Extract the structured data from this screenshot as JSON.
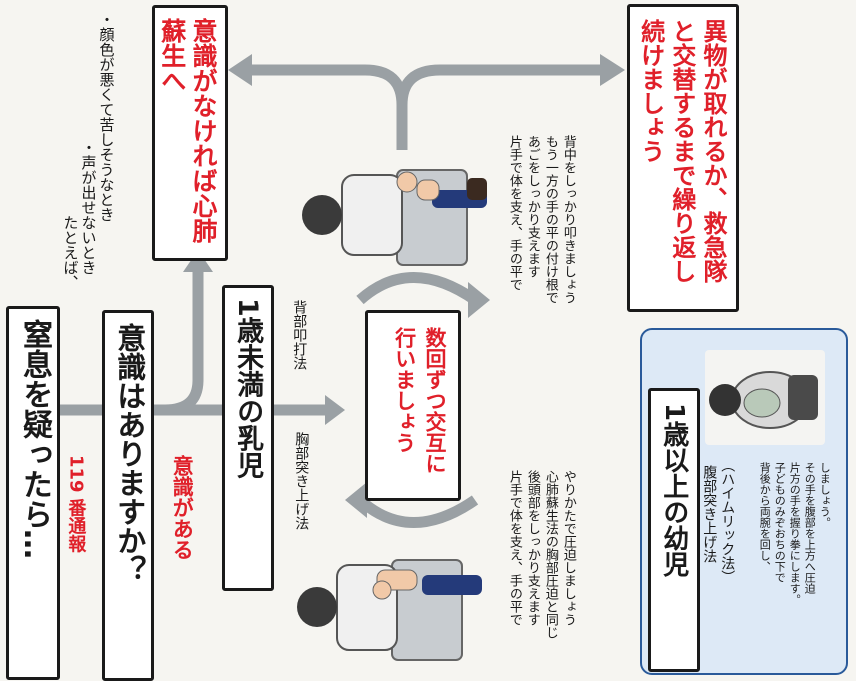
{
  "start": {
    "title": "窒息を疑ったら…",
    "call": "119 番通報"
  },
  "examples": {
    "intro": "たとえば、",
    "item1": "・声が出せないとき",
    "item2": "・顔色が悪くて苦しそうなとき"
  },
  "question": {
    "text": "意識はありますか？"
  },
  "conscious": {
    "label": "意識がある"
  },
  "unconscious": {
    "text": "意識がなければ心肺蘇生へ"
  },
  "infant": {
    "title": "1歳未満の乳児"
  },
  "chest_thrust": {
    "name": "胸部突き上げ法",
    "desc1": "片手で体を支え、手の平で",
    "desc2": "後頭部をしっかり支えます",
    "desc3": "心肺蘇生法の胸部圧迫と同じ",
    "desc4": "やりかたで圧迫しましょう"
  },
  "back_blow": {
    "name": "背部叩打法",
    "desc1": "片手で体を支え、手の平で",
    "desc2": "あごをしっかり支えます",
    "desc3": "もう一方の手の平の付け根で",
    "desc4": "背中をしっかり叩きましょう"
  },
  "alternate": {
    "text": "数回ずつ交互に行いましょう"
  },
  "repeat": {
    "text": "異物が取れるか、救急隊と交替するまで繰り返し続けましょう"
  },
  "child": {
    "title": "1歳以上の幼児",
    "method": "腹部突き上げ法",
    "method_sub": "（ハイムリック法）",
    "desc1": "背後から両腕を回し、",
    "desc2": "子どものみぞおちの下で",
    "desc3": "片方の手を握り拳にします。",
    "desc4": "その手を腹部を上方へ圧迫",
    "desc5": "しましょう。"
  },
  "colors": {
    "accent_red": "#e0202a",
    "arrow_gray": "#9aa0a4",
    "panel_blue": "#dde9f6"
  }
}
